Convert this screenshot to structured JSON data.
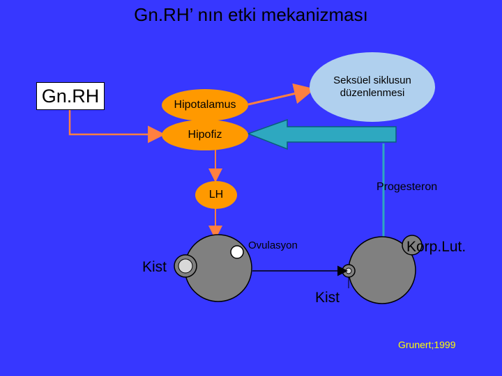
{
  "title": "Gn.RH’ nın etki mekanizması",
  "nodes": {
    "gnrh": "Gn.RH",
    "hipotalamus": "Hipotalamus",
    "seksuel": "Seksüel siklusun düzenlenmesi",
    "hipofiz": "Hipofiz",
    "lh": "LH",
    "progesteron": "Progesteron",
    "ovulasyon": "Ovulasyon",
    "korp_lut": "Korp.Lut.",
    "kist_left": "Kist",
    "kist_bottom": "Kist"
  },
  "citation": "Grunert;1999",
  "colors": {
    "background": "#3737ff",
    "ellipse": "#ff9900",
    "seksuel_ellipse": "#b0d0ee",
    "arrow_line": "#ff8040",
    "big_arrow": "#2ea8c0",
    "progesteron_line": "#2ea8c0",
    "follicle": "#808080",
    "citation_text": "#ffff00"
  }
}
